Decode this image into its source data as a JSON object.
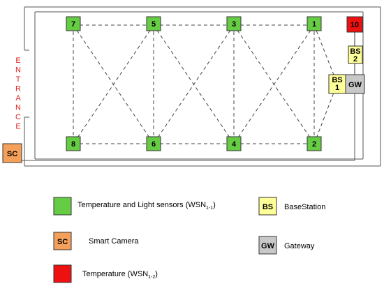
{
  "entrance_text": "ENTRANCE",
  "colors": {
    "sensor_green": "#66cc44",
    "camera_orange": "#f5a05a",
    "temperature_red": "#ee1111",
    "basestation_yellow": "#ffff99",
    "gateway_gray": "#c8c8c8",
    "entrance_red": "#e02020"
  },
  "sensors_top": [
    "7",
    "5",
    "3",
    "1"
  ],
  "sensors_bottom": [
    "8",
    "6",
    "4",
    "2"
  ],
  "temperature_node": "10",
  "basestation_2": {
    "line1": "BS",
    "line2": "2"
  },
  "basestation_1": {
    "line1": "BS",
    "line2": "1"
  },
  "gateway": "GW",
  "smart_camera": "SC",
  "legend": {
    "sensors": {
      "text": "Temperature and Light sensors (WSN",
      "sub": "1-1",
      "close": ")"
    },
    "camera": {
      "box": "SC",
      "text": "Smart Camera"
    },
    "temperature": {
      "text": "Temperature  (WSN",
      "sub": "1-2",
      "close": ")"
    },
    "basestation": {
      "box": "BS",
      "text": "BaseStation"
    },
    "gateway": {
      "box": "GW",
      "text": "Gateway"
    }
  }
}
